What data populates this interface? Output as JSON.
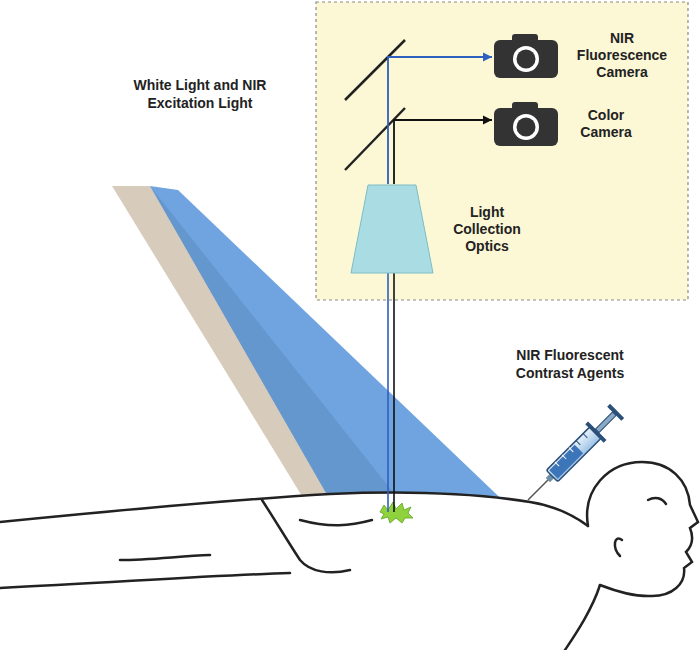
{
  "diagram": {
    "nodes": [
      {
        "text": [
          "NIR Fluorescence Camera"
        ]
      },
      {
        "text": [
          "Color Camera"
        ]
      },
      {
        "text": [
          "Light Collection Optics"
        ]
      }
    ],
    "edges": [
      {
        "from": 2,
        "to": 0,
        "arrow": "to"
      },
      {
        "from": 2,
        "to": 1,
        "arrow": "to"
      }
    ],
    "labels": [
      "White Light and NIR Excitation Light",
      "NIR Fluorescent Contrast Agents"
    ]
  }
}
